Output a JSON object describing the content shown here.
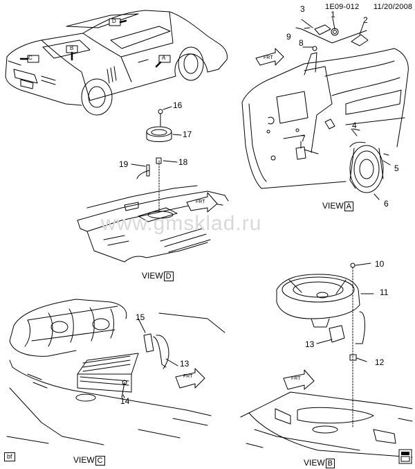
{
  "header": {
    "drawing_id": "1E09-012",
    "date": "11/20/2008"
  },
  "watermark": "www.gmsklad.ru",
  "corner_tag": "bf",
  "callouts": [
    "1",
    "2",
    "3",
    "4",
    "5",
    "6",
    "7",
    "8",
    "9",
    "10",
    "11",
    "12",
    "13",
    "14",
    "15",
    "16",
    "17",
    "18",
    "19"
  ],
  "car_markers": [
    "A",
    "B",
    "C",
    "D"
  ],
  "views": {
    "A": {
      "word": "VIEW",
      "letter": "A"
    },
    "B": {
      "word": "VIEW",
      "letter": "B"
    },
    "C": {
      "word": "VIEW",
      "letter": "C"
    },
    "D": {
      "word": "VIEW",
      "letter": "D"
    }
  },
  "front_arrow_label": "FRT"
}
